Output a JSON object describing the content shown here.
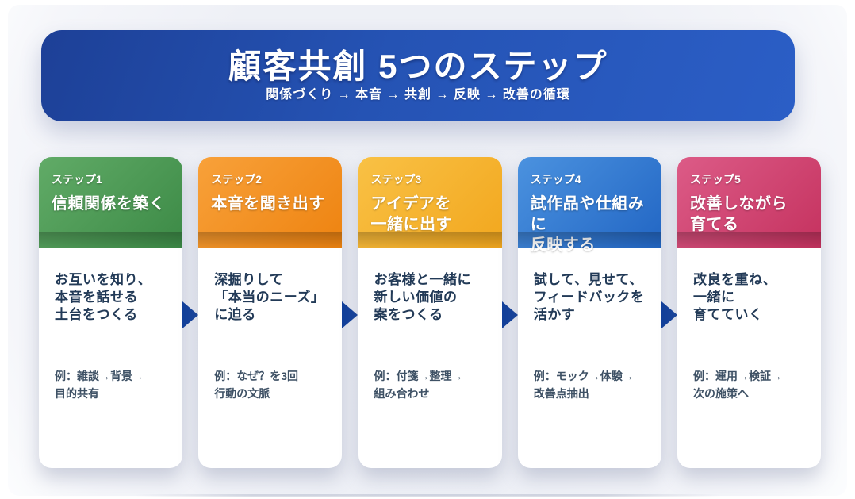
{
  "banner": {
    "title": "顧客共創 5つのステップ",
    "subtitle": "関係づくり → 本音 → 共創 → 反映 → 改善の循環"
  },
  "steps": [
    {
      "label": "ステップ1",
      "title": "信頼関係を築く",
      "description": "お互いを知り、\n本音を話せる\n土台をつくる",
      "example": "例：雑談→背景→\n目的共有",
      "colors": {
        "light": "#61ab67",
        "dark": "#3c8a46"
      }
    },
    {
      "label": "ステップ2",
      "title": "本音を聞き出す",
      "description": "深掘りして\n「本当のニーズ」\nに迫る",
      "example": "例：なぜ？を3回\n行動の文脈",
      "colors": {
        "light": "#f8a13a",
        "dark": "#ee8310"
      }
    },
    {
      "label": "ステップ3",
      "title": "アイデアを\n一緒に出す",
      "description": "お客様と一緒に\n新しい価値の\n案をつくる",
      "example": "例：付箋→整理→\n組み合わせ",
      "colors": {
        "light": "#f9c145",
        "dark": "#f2a71e"
      }
    },
    {
      "label": "ステップ4",
      "title": "試作品や仕組みに\n反映する",
      "description": "試して、見せて、\nフィードバックを\n活かす",
      "example": "例：モック→体験→\n改善点抽出",
      "colors": {
        "light": "#4b92df",
        "dark": "#2266c4"
      }
    },
    {
      "label": "ステップ5",
      "title": "改善しながら\n育てる",
      "description": "改良を重ね、\n一緒に\n育てていく",
      "example": "例：運用→検証→\n次の施策へ",
      "colors": {
        "light": "#dc5b87",
        "dark": "#c5325f"
      }
    }
  ],
  "colors": {
    "banner_start": "#1d4097",
    "banner_mid": "#2553b4",
    "banner_end": "#2b5ec6",
    "arrow": "#12409a",
    "text_primary": "#223a57",
    "text_secondary": "#3e5165"
  }
}
